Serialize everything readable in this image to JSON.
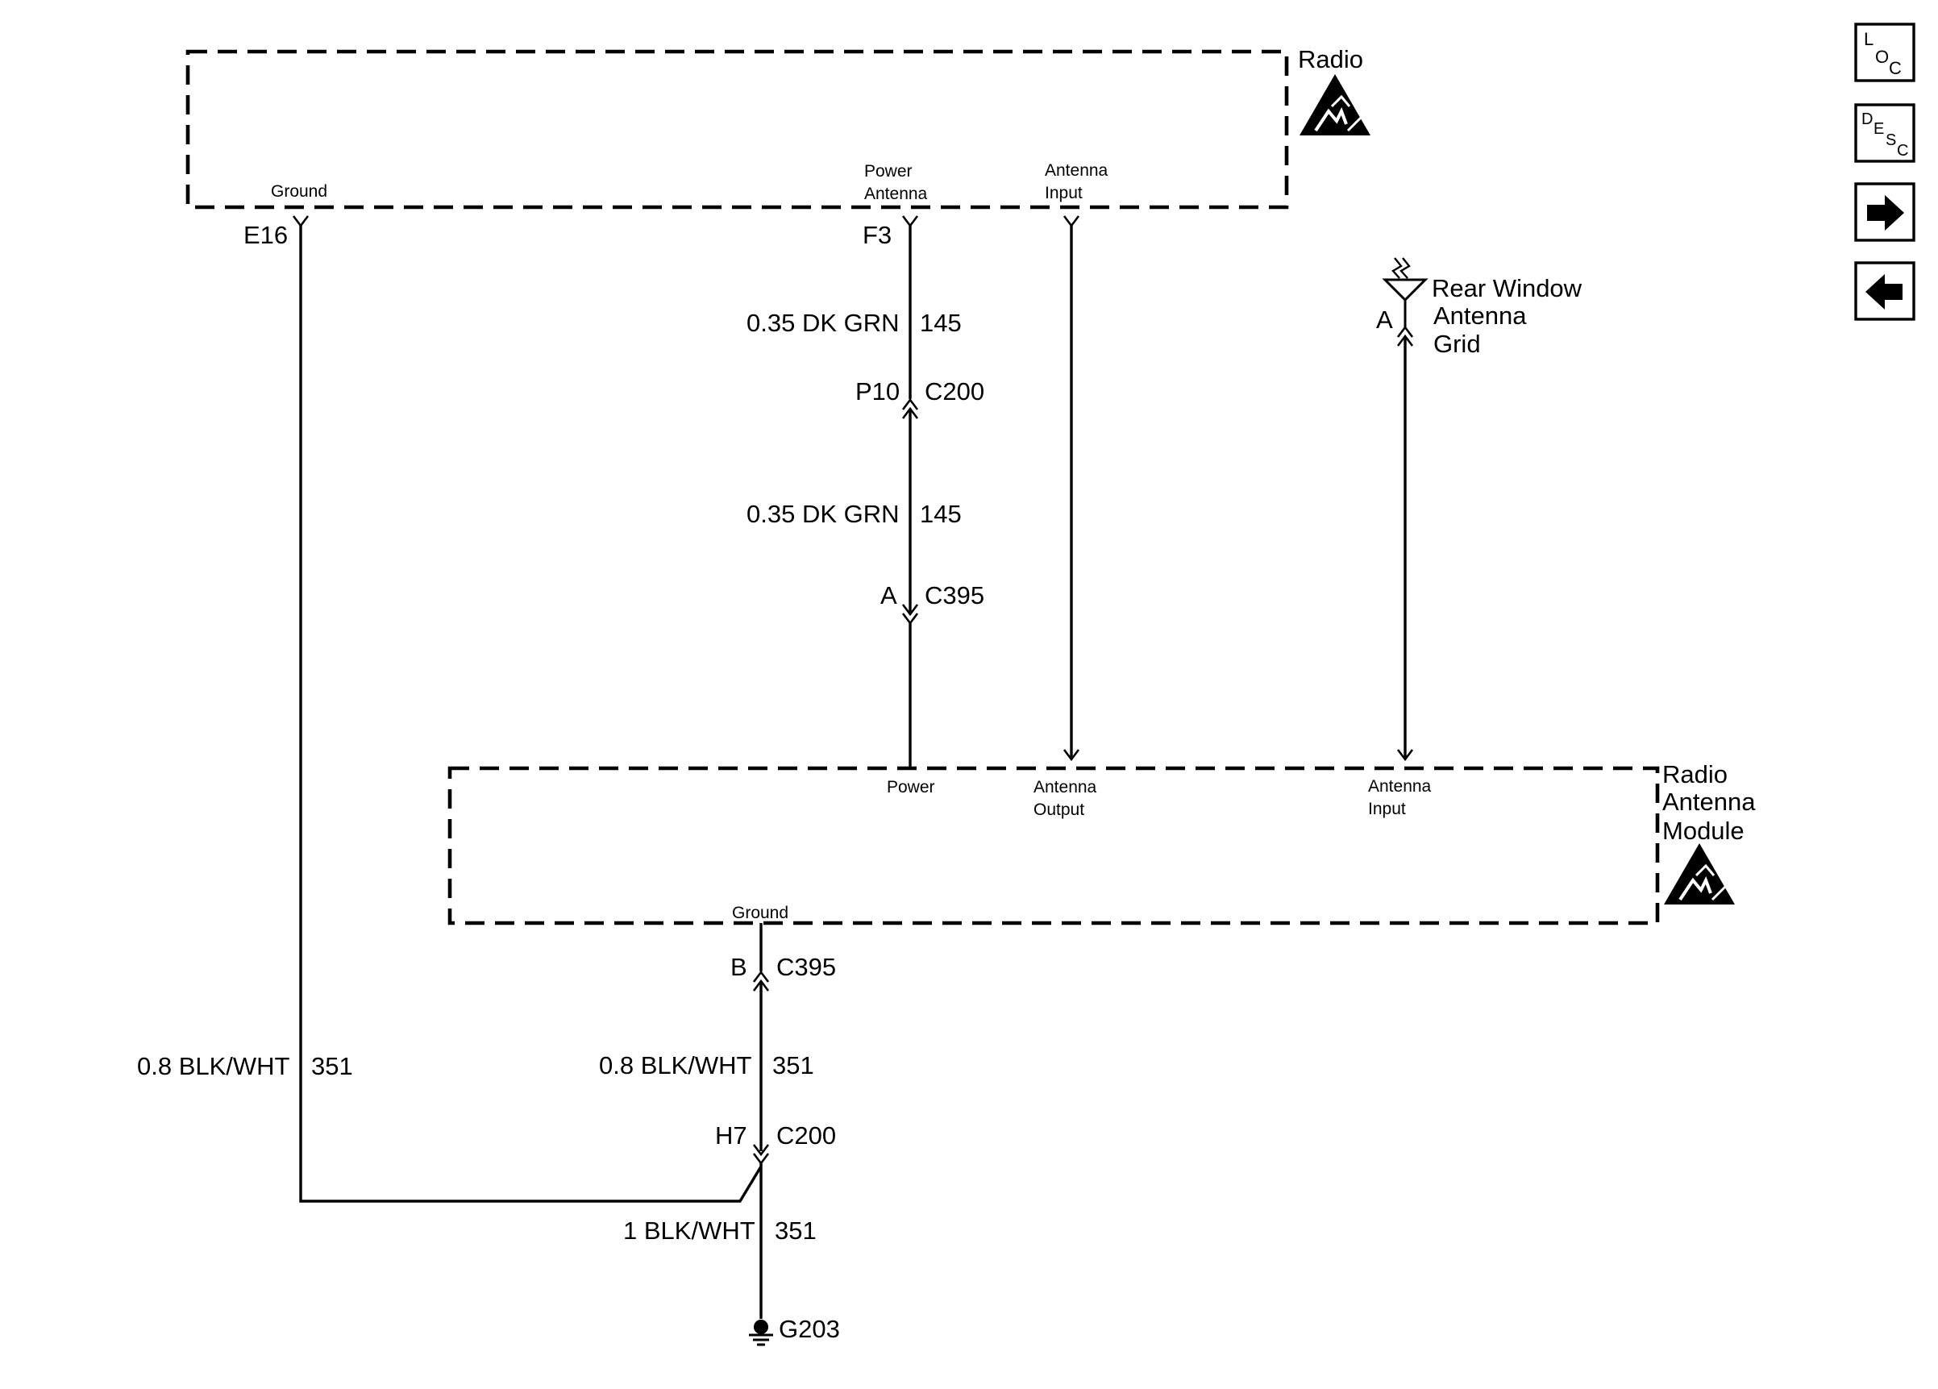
{
  "radio": {
    "label": "Radio",
    "pins": {
      "ground": "Ground",
      "power_antenna_1": "Power",
      "power_antenna_2": "Antenna",
      "antenna_input_1": "Antenna",
      "antenna_input_2": "Input"
    }
  },
  "module": {
    "label_1": "Radio",
    "label_2": "Antenna",
    "label_3": "Module",
    "pins": {
      "power": "Power",
      "antenna_output_1": "Antenna",
      "antenna_output_2": "Output",
      "antenna_input_1": "Antenna",
      "antenna_input_2": "Input",
      "ground": "Ground"
    }
  },
  "rear_window": {
    "label_1": "Rear Window",
    "label_2": "Antenna",
    "label_3": "Grid",
    "pin": "A"
  },
  "pins": {
    "e16": "E16",
    "f3": "F3"
  },
  "wires": {
    "power_upper": {
      "gauge_color": "0.35 DK GRN",
      "circuit": "145"
    },
    "power_lower": {
      "gauge_color": "0.35 DK GRN",
      "circuit": "145"
    },
    "ground_left": {
      "gauge_color": "0.8 BLK/WHT",
      "circuit": "351"
    },
    "ground_module": {
      "gauge_color": "0.8 BLK/WHT",
      "circuit": "351"
    },
    "ground_main": {
      "gauge_color": "1 BLK/WHT",
      "circuit": "351"
    }
  },
  "connectors": {
    "c200_power": {
      "pin": "P10",
      "name": "C200"
    },
    "c395_power": {
      "pin": "A",
      "name": "C395"
    },
    "c395_ground": {
      "pin": "B",
      "name": "C395"
    },
    "c200_ground": {
      "pin": "H7",
      "name": "C200"
    }
  },
  "ground_point": "G203",
  "nav": {
    "loc": {
      "l": "L",
      "o": "O",
      "c": "C"
    },
    "desc": {
      "d": "D",
      "e": "E",
      "s": "S",
      "c": "C"
    },
    "forward_icon": "arrow-right-icon",
    "back_icon": "arrow-left-icon"
  }
}
